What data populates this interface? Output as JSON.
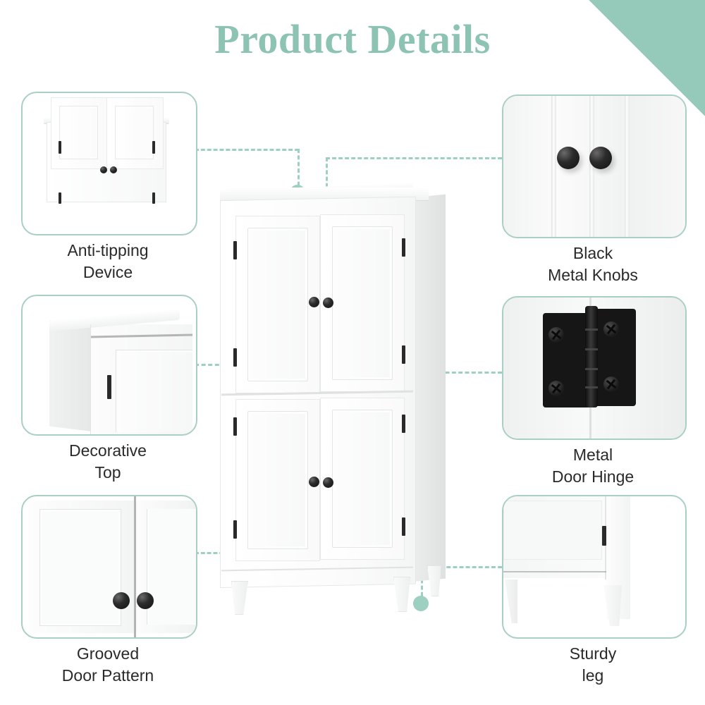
{
  "page": {
    "title": "Product Details",
    "background": "#ffffff"
  },
  "theme": {
    "sage": "#95CABB",
    "sage_dark": "#8CC3B2",
    "sage_line": "#9ED0C1",
    "card_border": "#A9CFC3",
    "caption_color": "#2a2a2a",
    "knob_color": "#121212",
    "hinge_color": "#161616"
  },
  "decor": {
    "corner_wedge": "top-right-triangle"
  },
  "hero": {
    "name": "white-storage-cabinet",
    "description": "Tall white double-door storage cabinet with four doors, black metal knobs, black hinges and tapered legs",
    "callout_dots": 6
  },
  "features": [
    {
      "id": "anti-tipping-device",
      "label_lines": [
        "Anti-tipping",
        "Device"
      ],
      "side": "left",
      "art": "cabinet-upper-with-doors"
    },
    {
      "id": "decorative-top",
      "label_lines": [
        "Decorative",
        "Top"
      ],
      "side": "left",
      "art": "cabinet-top-corner-molding"
    },
    {
      "id": "grooved-door-pattern",
      "label_lines": [
        "Grooved",
        "Door Pattern"
      ],
      "side": "left",
      "art": "recessed-door-panels-with-knobs"
    },
    {
      "id": "black-metal-knobs",
      "label_lines": [
        "Black",
        "Metal Knobs"
      ],
      "side": "right",
      "art": "two-black-round-knobs"
    },
    {
      "id": "metal-door-hinge",
      "label_lines": [
        "Metal",
        "Door Hinge"
      ],
      "side": "right",
      "art": "black-butterfly-hinge-four-screws"
    },
    {
      "id": "sturdy-leg",
      "label_lines": [
        "Sturdy",
        "leg"
      ],
      "side": "right",
      "art": "cabinet-bottom-tapered-leg"
    }
  ]
}
